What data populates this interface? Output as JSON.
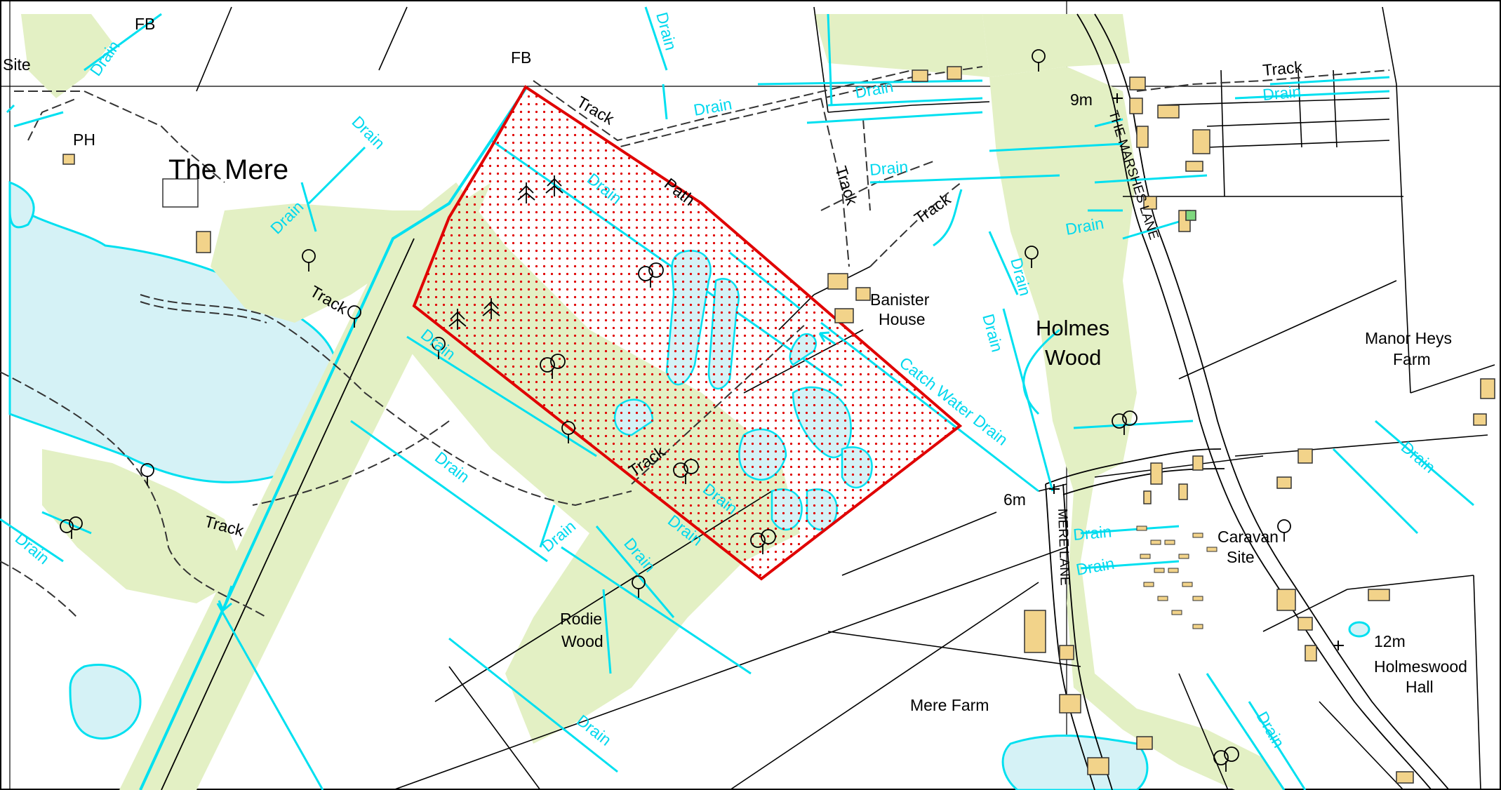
{
  "map": {
    "colors": {
      "water": "#d5f2f6",
      "water_line": "#00e0f0",
      "woodland": "#e3f0c4",
      "boundary": "#e00000",
      "building": "#f2d38a"
    },
    "labels": {
      "the_mere": "The Mere",
      "holmes": "Holmes",
      "wood": "Wood",
      "rodie": "Rodie",
      "rodie_wood": "Wood",
      "banister": "Banister",
      "house": "House",
      "manor_heys": "Manor Heys",
      "farm": "Farm",
      "caravan": "Caravan",
      "site": "Site",
      "site_left": "Site",
      "mere_farm": "Mere Farm",
      "holmeswood": "Holmeswood",
      "hall": "Hall",
      "fb_top": "FB",
      "fb_mid": "FB",
      "ph": "PH",
      "spot_9m": "9m",
      "spot_6m": "6m",
      "spot_12m": "12m",
      "the_marshes_lane": "THE MARSHES LANE",
      "mere_lane": "MERE LANE",
      "catch_water_drain": "Catch Water Drain",
      "track": "Track",
      "path": "Path",
      "drain": "Drain"
    }
  }
}
